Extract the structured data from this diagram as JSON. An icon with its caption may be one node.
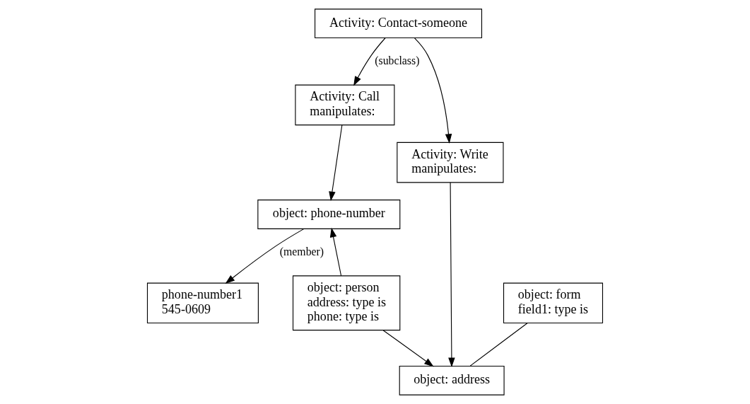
{
  "diagram": {
    "nodes": [
      {
        "text": [
          "Activity: Contact-someone"
        ]
      },
      {
        "text": [
          "Activity: Call",
          "manipulates:"
        ]
      },
      {
        "text": [
          "Activity: Write",
          "manipulates:"
        ]
      },
      {
        "text": [
          "object: phone-number"
        ]
      },
      {
        "text": [
          "object: address"
        ]
      },
      {
        "text": [
          "phone-number1",
          "545-0609"
        ]
      },
      {
        "text": [
          "object: person",
          "address: type is",
          "phone: type is"
        ]
      },
      {
        "text": [
          "object: form",
          "field1: type is"
        ]
      }
    ],
    "edges": [
      {
        "from": 0,
        "to": 1,
        "arrow": "to",
        "label": "(subclass)"
      },
      {
        "from": 0,
        "to": 2,
        "arrow": "to"
      },
      {
        "from": 1,
        "to": 3,
        "arrow": "to"
      },
      {
        "from": 2,
        "to": 4,
        "arrow": "to"
      },
      {
        "from": 3,
        "to": 5,
        "arrow": "to",
        "label": "(member)"
      },
      {
        "from": 6,
        "to": 3,
        "arrow": "to"
      },
      {
        "from": 6,
        "to": 4,
        "arrow": "to"
      },
      {
        "from": 7,
        "to": 4,
        "arrow": "none"
      }
    ]
  }
}
